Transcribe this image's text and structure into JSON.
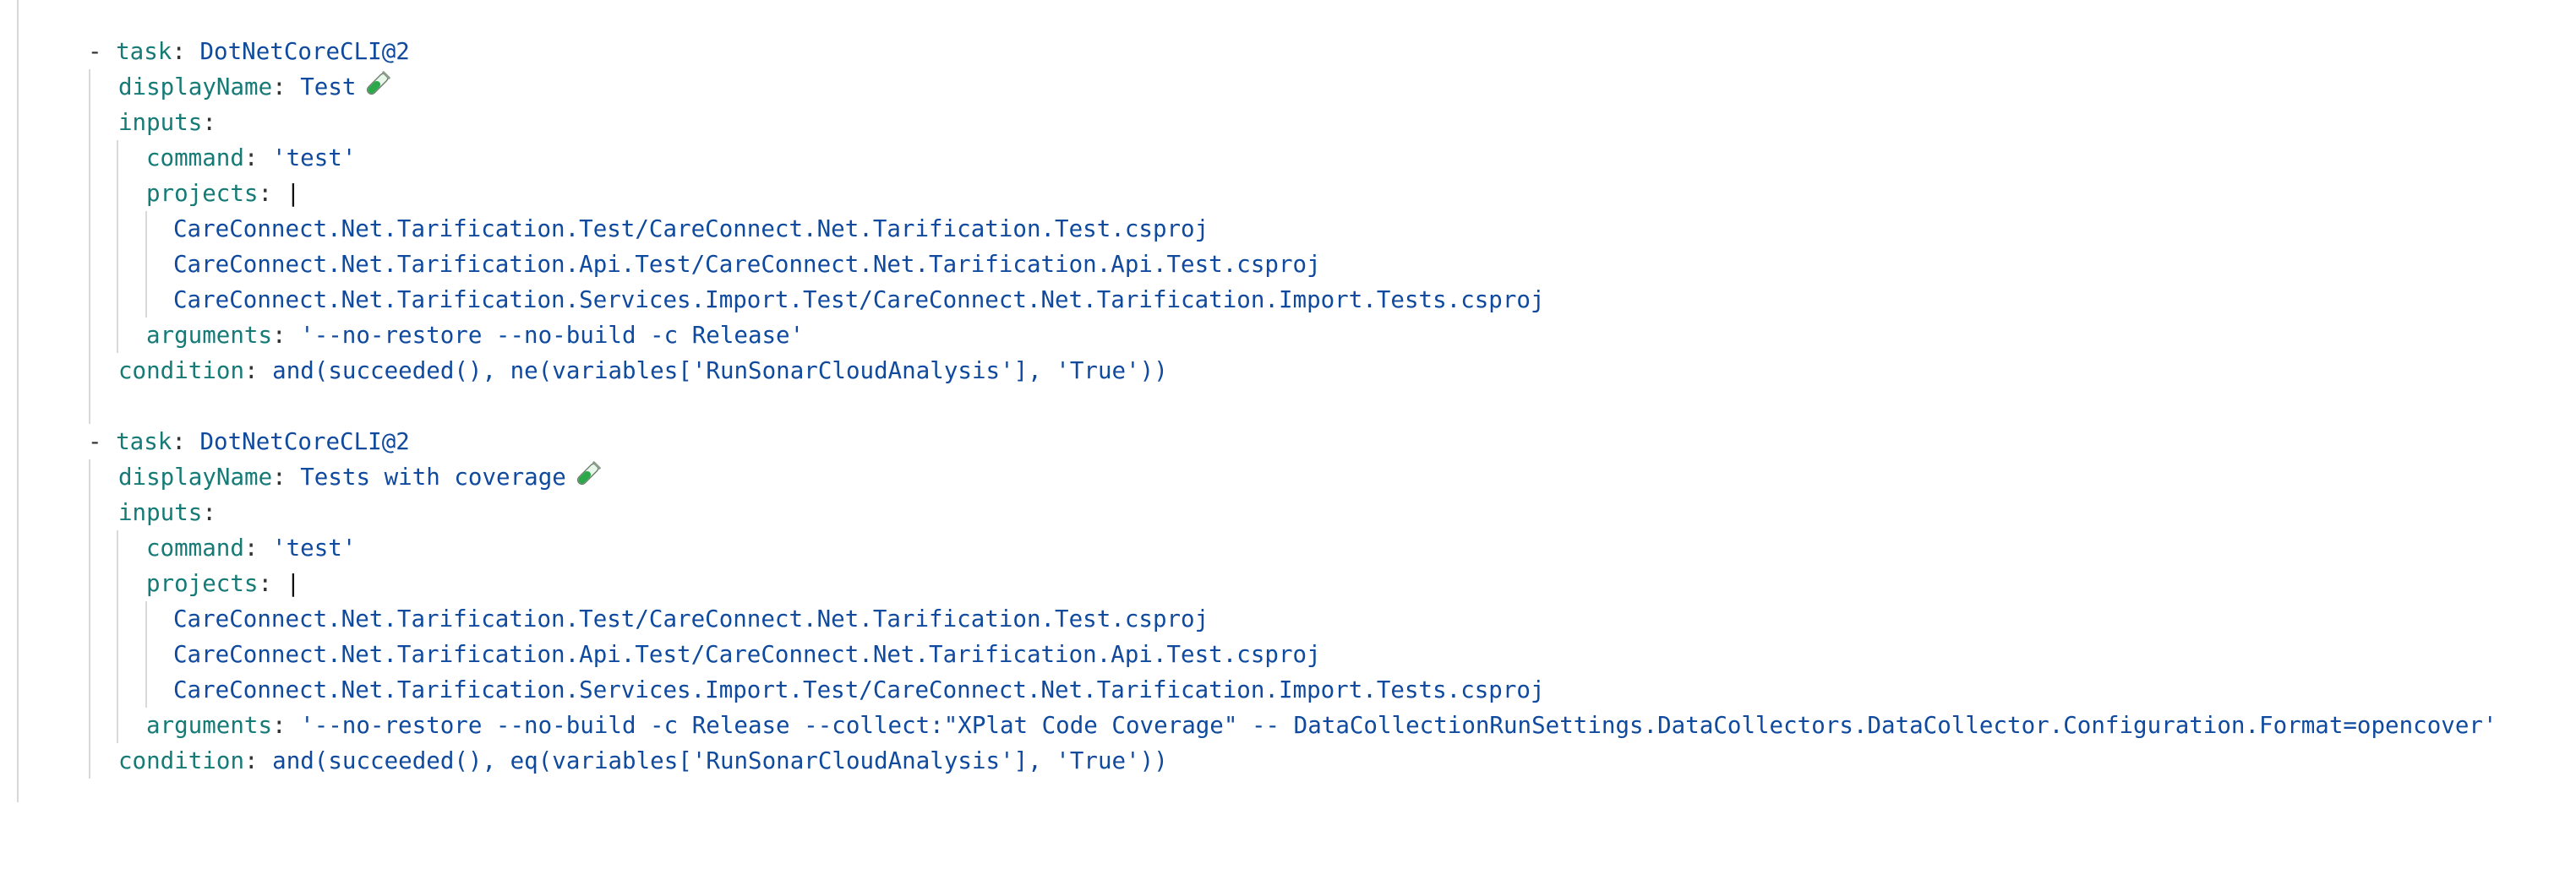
{
  "tasks": [
    {
      "task_key": "task",
      "task_value": "DotNetCoreCLI@2",
      "display_name_key": "displayName",
      "display_name_value": "Test",
      "display_icon": "test-tube-icon",
      "inputs_key": "inputs",
      "command_key": "command",
      "command_value": "'test'",
      "projects_key": "projects",
      "projects_block": "|",
      "projects": [
        "CareConnect.Net.Tarification.Test/CareConnect.Net.Tarification.Test.csproj",
        "CareConnect.Net.Tarification.Api.Test/CareConnect.Net.Tarification.Api.Test.csproj",
        "CareConnect.Net.Tarification.Services.Import.Test/CareConnect.Net.Tarification.Import.Tests.csproj"
      ],
      "arguments_key": "arguments",
      "arguments_value": "'--no-restore --no-build -c Release'",
      "condition_key": "condition",
      "condition_value": "and(succeeded(), ne(variables['RunSonarCloudAnalysis'], 'True'))"
    },
    {
      "task_key": "task",
      "task_value": "DotNetCoreCLI@2",
      "display_name_key": "displayName",
      "display_name_value": "Tests with coverage",
      "display_icon": "test-tube-icon",
      "inputs_key": "inputs",
      "command_key": "command",
      "command_value": "'test'",
      "projects_key": "projects",
      "projects_block": "|",
      "projects": [
        "CareConnect.Net.Tarification.Test/CareConnect.Net.Tarification.Test.csproj",
        "CareConnect.Net.Tarification.Api.Test/CareConnect.Net.Tarification.Api.Test.csproj",
        "CareConnect.Net.Tarification.Services.Import.Test/CareConnect.Net.Tarification.Import.Tests.csproj"
      ],
      "arguments_key": "arguments",
      "arguments_value": "'--no-restore --no-build -c Release --collect:\"XPlat Code Coverage\" -- DataCollectionRunSettings.DataCollectors.DataCollector.Configuration.Format=opencover'",
      "condition_key": "condition",
      "condition_value": "and(succeeded(), eq(variables['RunSonarCloudAnalysis'], 'True'))"
    }
  ],
  "colors": {
    "key": "#167a76",
    "value": "#0f4a9e",
    "punct": "#333333",
    "guide": "#d9d9d9",
    "background": "#ffffff"
  }
}
